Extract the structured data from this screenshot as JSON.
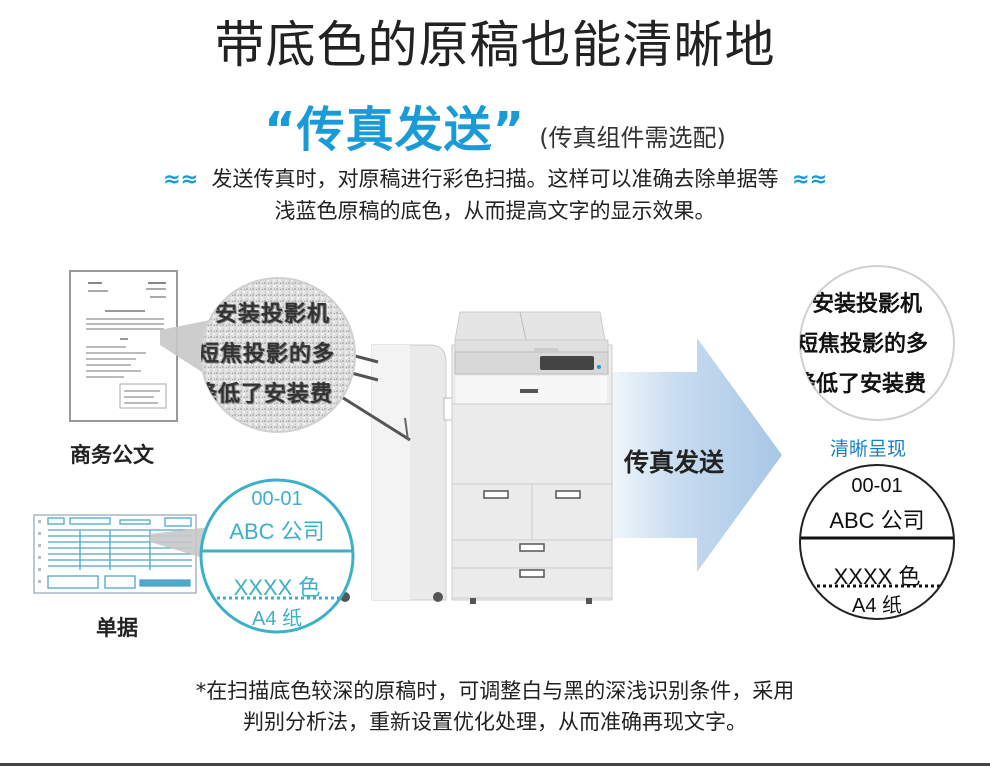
{
  "header": {
    "title": "带底色的原稿也能清晰地",
    "subtitle_main": "“传真发送”",
    "subtitle_note": "(传真组件需选配)"
  },
  "description": {
    "line1": "发送传真时，对原稿进行彩色扫描。这样可以准确去除单据等",
    "line2": "浅蓝色原稿的底色，从而提高文字的显示效果。",
    "wave_glyph": "≈≈"
  },
  "left": {
    "business_doc_label": "商务公文",
    "slip_label": "单据",
    "noisy_lines": [
      "安装投影机",
      "短焦投影的多",
      "降低了安装费"
    ],
    "slip_zoom": {
      "line1": "00-01",
      "line2": "ABC 公司",
      "line3": "XXXX 色",
      "line4": "A4 纸"
    }
  },
  "middle": {
    "arrow_label": "传真发送"
  },
  "right": {
    "result_label": "清晰呈现",
    "clear_lines": [
      "安装投影机",
      "短焦投影的多",
      "降低了安装费"
    ],
    "slip_zoom": {
      "line1": "00-01",
      "line2": "ABC 公司",
      "line3": "XXXX 色",
      "line4": "A4 纸"
    }
  },
  "footer": {
    "line1": "*在扫描底色较深的原稿时，可调整白与黑的深浅识别条件，采用",
    "line2": "判别分析法，重新设置优化处理，从而准确再现文字。"
  },
  "colors": {
    "accent": "#1a9ad6",
    "result_blue": "#1a80c4",
    "arrow": "#a9c8e8"
  }
}
